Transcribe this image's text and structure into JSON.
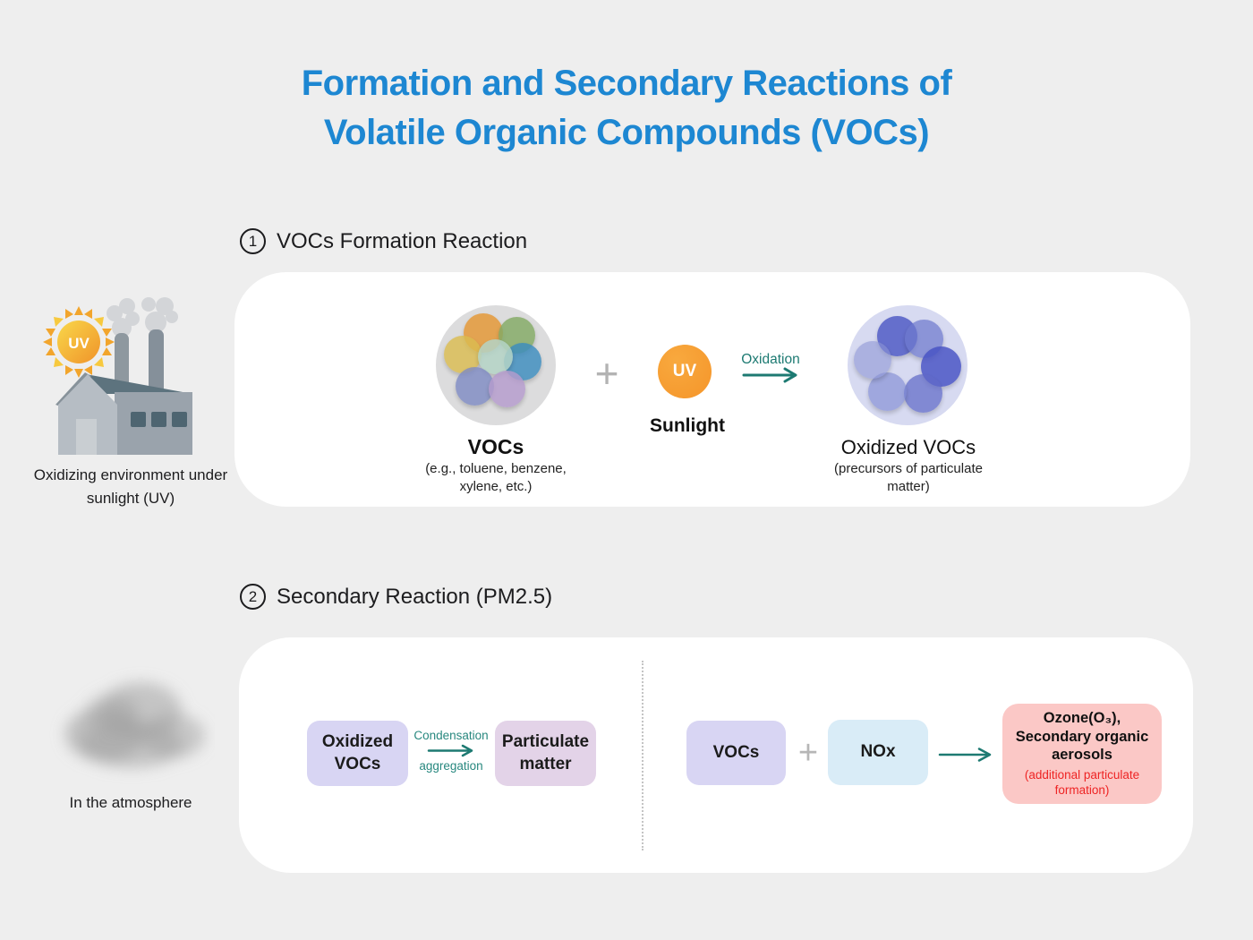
{
  "title": {
    "line1": "Formation and Secondary Reactions of",
    "line2": "Volatile Organic Compounds (VOCs)"
  },
  "sections": {
    "formation": {
      "number": "1",
      "heading": "VOCs Formation Reaction",
      "vocs_label": "VOCs",
      "vocs_sub": "(e.g., toluene, benzene, xylene, etc.)",
      "plus": "+",
      "uv_label": "UV",
      "sunlight_label": "Sunlight",
      "oxidation_label": "Oxidation",
      "oxidized_label": "Oxidized VOCs",
      "oxidized_sub": "(precursors of particulate matter)"
    },
    "secondary": {
      "number": "2",
      "heading": "Secondary Reaction (PM2.5)",
      "oxidized_vocs_box": "Oxidized VOCs",
      "condensation_top": "Condensation",
      "condensation_bottom": "aggregation",
      "particulate_box": "Particulate matter",
      "vocs_box": "VOCs",
      "plus": "+",
      "nox_box": "NOx",
      "ozone_line1": "Ozone(O₃),",
      "ozone_line2": "Secondary organic aerosols",
      "ozone_sub": "(additional particulate formation)"
    }
  },
  "captions": {
    "factory": "Oxidizing environment under sunlight (UV)",
    "atmosphere": "In the atmosphere"
  },
  "colors": {
    "background": "#eeeeee",
    "title_blue": "#1d87d2",
    "teal_accent": "#1d7a72",
    "uv_orange": "#f5952a",
    "lavender_box": "#d8d5f3",
    "particulate_box": "#e3d3e8",
    "nox_box": "#d9ecf7",
    "ozone_box": "#fbc8c6",
    "ozone_warning_red": "#ee2424"
  }
}
